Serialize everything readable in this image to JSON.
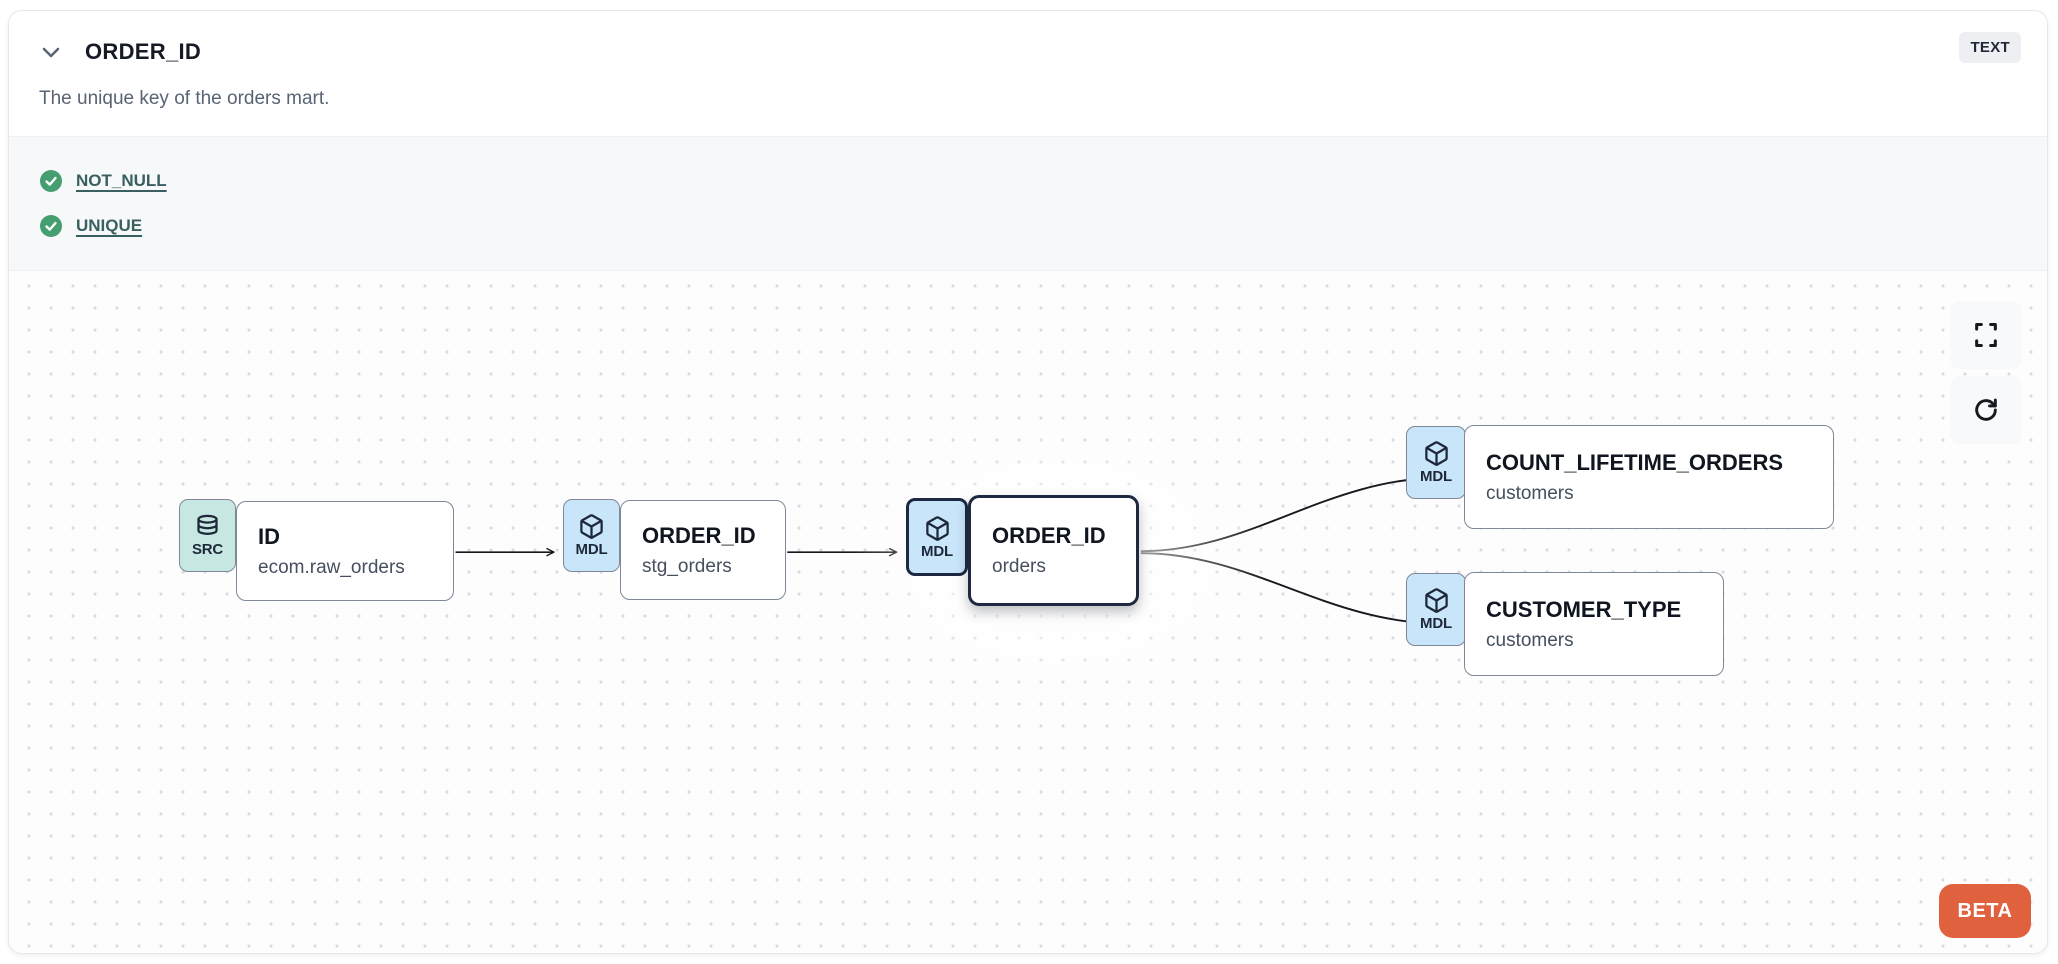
{
  "header": {
    "title": "ORDER_ID",
    "type_badge": "TEXT",
    "description": "The unique key of the orders mart."
  },
  "tests": [
    {
      "label": "NOT_NULL",
      "status": "pass",
      "icon": "check-circle-icon"
    },
    {
      "label": "UNIQUE",
      "status": "pass",
      "icon": "check-circle-icon"
    }
  ],
  "lineage": {
    "nodes": [
      {
        "badge": "SRC",
        "icon": "database-icon",
        "title": "ID",
        "subtitle": "ecom.raw_orders",
        "selected": false
      },
      {
        "badge": "MDL",
        "icon": "cube-icon",
        "title": "ORDER_ID",
        "subtitle": "stg_orders",
        "selected": false
      },
      {
        "badge": "MDL",
        "icon": "cube-icon",
        "title": "ORDER_ID",
        "subtitle": "orders",
        "selected": true
      },
      {
        "badge": "MDL",
        "icon": "cube-icon",
        "title": "COUNT_LIFETIME_ORDERS",
        "subtitle": "customers",
        "selected": false
      },
      {
        "badge": "MDL",
        "icon": "cube-icon",
        "title": "CUSTOMER_TYPE",
        "subtitle": "customers",
        "selected": false
      }
    ],
    "edges": [
      {
        "from": 0,
        "to": 1
      },
      {
        "from": 1,
        "to": 2
      },
      {
        "from": 2,
        "to": 3
      },
      {
        "from": 2,
        "to": 4
      }
    ],
    "controls": [
      {
        "name": "fullscreen",
        "icon": "fullscreen-icon"
      },
      {
        "name": "refresh",
        "icon": "refresh-icon"
      }
    ],
    "beta_label": "BETA"
  },
  "colors": {
    "src_badge_bg": "#c7e8e2",
    "mdl_badge_bg": "#c9e5fa",
    "node_border": "#7e8899",
    "selected_border": "#1d2940",
    "link_teal": "#3a5f60",
    "check_green": "#459e6f",
    "beta_orange": "#e0613e",
    "tests_section_bg": "#f7f8f9",
    "type_badge_bg": "#edeff3",
    "edge_stroke": "#16181d"
  }
}
